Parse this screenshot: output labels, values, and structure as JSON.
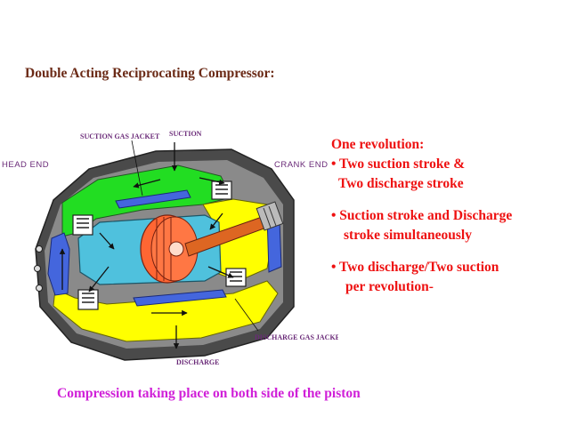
{
  "title": "Double Acting Reciprocating Compressor:",
  "diagram": {
    "labels": {
      "suction_gas_jacket": "SUCTION GAS JACKET",
      "suction": "SUCTION",
      "head_end": "HEAD END",
      "crank_end": "CRANK END",
      "discharge_gas_jacket": "DISCHARGE GAS JACKET",
      "discharge": "DISCHARGE"
    },
    "colors": {
      "casing": "#4a4a4a",
      "casing_light": "#8a8a8a",
      "suction_jacket": "#22dd22",
      "discharge_jacket": "#ffff00",
      "cylinder": "#4fc1dd",
      "piston": "#ff6633",
      "piston_rod": "#dd6622",
      "passage": "#4466dd",
      "label": "#6a2a78"
    }
  },
  "notes": {
    "line1": "One revolution:",
    "line2": "• Two suction stroke &",
    "line3": "Two discharge stroke",
    "line4": "• Suction stroke and Discharge",
    "line5": "stroke simultaneously",
    "line6": "• Two discharge/Two suction",
    "line7": "per revolution-"
  },
  "footer": "Compression taking place on both side of the piston"
}
